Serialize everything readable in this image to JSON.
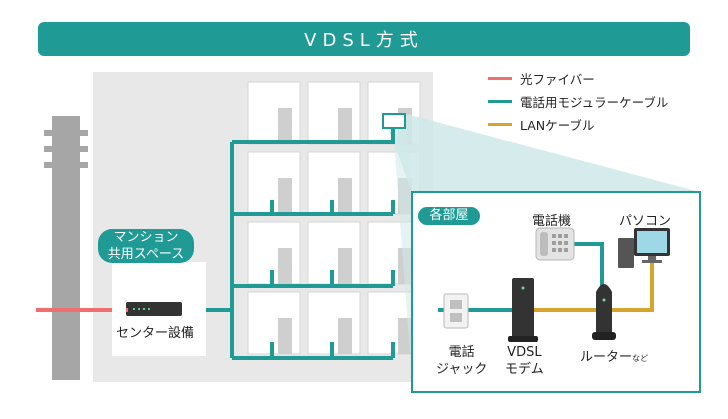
{
  "title": "VDSL方式",
  "legend": [
    {
      "label": "光ファイバー",
      "color": "#f06e6e"
    },
    {
      "label": "電話用モジュラーケーブル",
      "color": "#1f9a95"
    },
    {
      "label": "LANケーブル",
      "color": "#d6a52c"
    }
  ],
  "building": {
    "shared_space_label": [
      "マンション",
      "共用スペース"
    ],
    "center_equipment_label": "センター設備"
  },
  "room": {
    "label": "各部屋",
    "telephone_label": "電話機",
    "pc_label": "パソコン",
    "jack_label": [
      "電話",
      "ジャック"
    ],
    "modem_label": [
      "VDSL",
      "モデム"
    ],
    "router_label": "ルーター",
    "router_note": "など"
  },
  "colors": {
    "teal": "#1f9a95",
    "fiber": "#f06e6e",
    "lan": "#d6a52c",
    "building": "#e8e8e8",
    "pole": "#a6a6a6"
  }
}
